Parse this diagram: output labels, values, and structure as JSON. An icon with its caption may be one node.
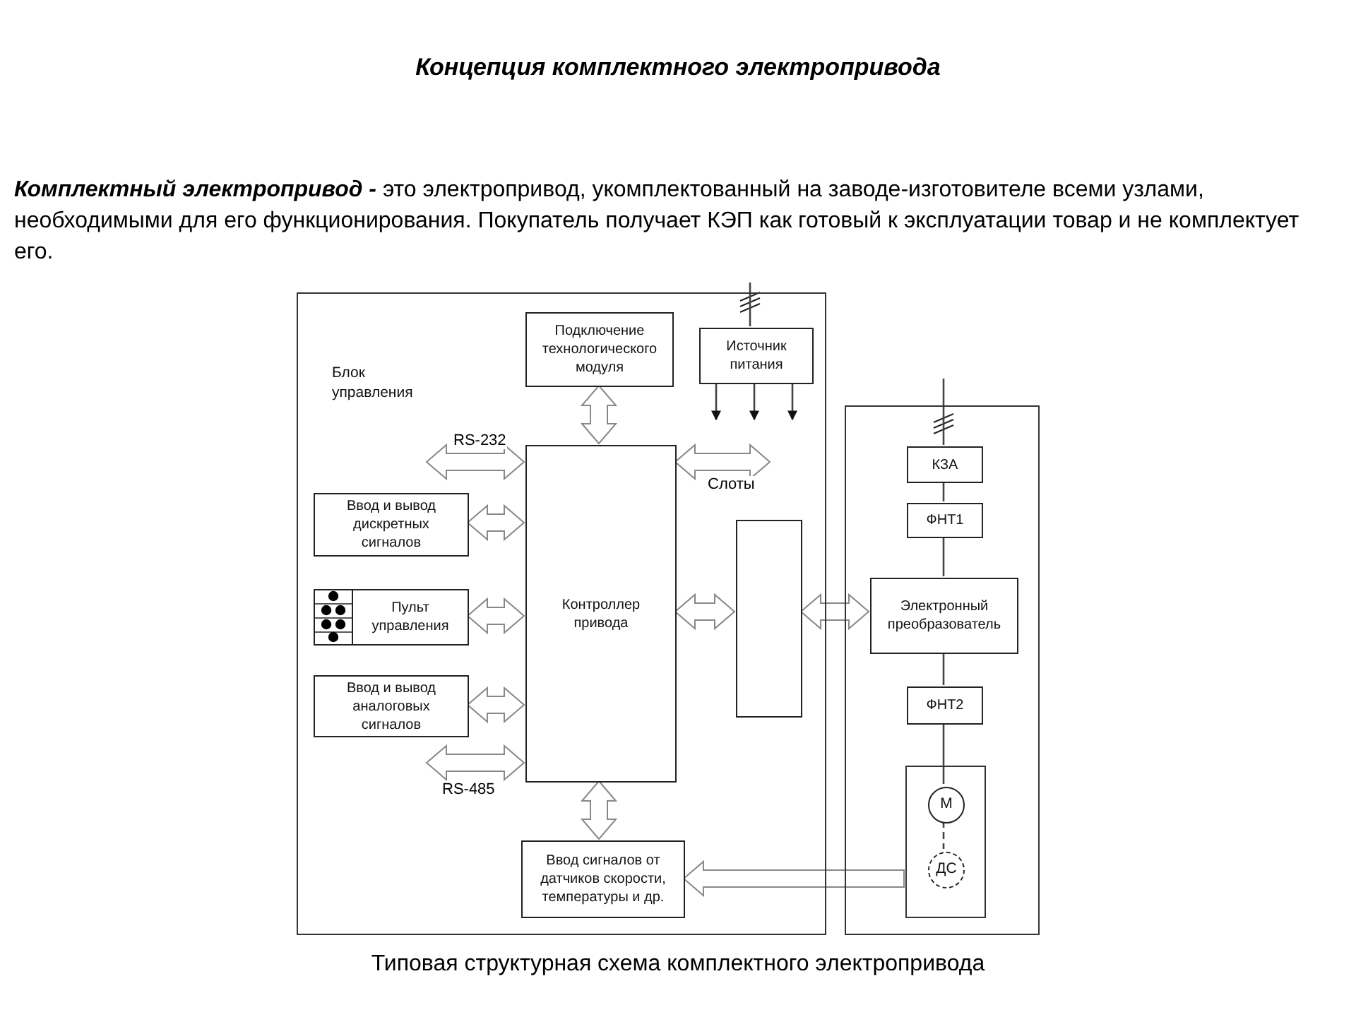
{
  "diagram": {
    "title": "Концепция комплектного электропривода",
    "caption": "Типовая структурная схема комплектного электропривода",
    "nodes": [
      {
        "text": [
          "Блок управления"
        ]
      },
      {
        "text": [
          "Подключение технологического модуля"
        ],
        "in": 0
      },
      {
        "text": [
          "Источник питания"
        ],
        "in": 0
      },
      {
        "text": [
          "Контроллер привода"
        ],
        "in": 0
      },
      {
        "text": [
          "Ввод и вывод дискретных сигналов"
        ],
        "in": 0
      },
      {
        "text": [
          "Пульт управления"
        ],
        "in": 0
      },
      {
        "text": [
          "Ввод и вывод аналоговых сигналов"
        ],
        "in": 0
      },
      {
        "text": [],
        "shape": "box",
        "in": 0
      },
      {
        "text": [
          "Ввод сигналов от датчиков скорости, температуры и др."
        ],
        "in": 0
      },
      {
        "text": [],
        "shape": "box"
      },
      {
        "text": [
          "КЗА"
        ],
        "in": 9
      },
      {
        "text": [
          "ФНТ1"
        ],
        "in": 9
      },
      {
        "text": [
          "Электронный преобразователь"
        ],
        "in": 9
      },
      {
        "text": [
          "ФНТ2"
        ],
        "in": 9
      },
      {
        "text": [],
        "shape": "box",
        "in": 9
      },
      {
        "text": [
          "М"
        ],
        "in": 14
      },
      {
        "text": [
          "ДС"
        ],
        "in": 14
      }
    ],
    "edges": [
      {
        "from": 3,
        "to": 1,
        "arrow": "both",
        "style": "thick"
      },
      {
        "from": null,
        "to": 3,
        "arrow": "both",
        "style": "thick",
        "label": "RS-232"
      },
      {
        "from": 3,
        "to": null,
        "arrow": "both",
        "style": "thick",
        "label": "Слоты"
      },
      {
        "from": 4,
        "to": 3,
        "arrow": "both",
        "style": "thick"
      },
      {
        "from": 5,
        "to": 3,
        "arrow": "both",
        "style": "thick"
      },
      {
        "from": 6,
        "to": 3,
        "arrow": "both",
        "style": "thick"
      },
      {
        "from": null,
        "to": 3,
        "arrow": "both",
        "style": "thick",
        "label": "RS-485"
      },
      {
        "from": 3,
        "to": 8,
        "arrow": "both",
        "style": "thick"
      },
      {
        "from": 3,
        "to": 7,
        "arrow": "both",
        "style": "thick"
      },
      {
        "from": 7,
        "to": 12,
        "arrow": "both",
        "style": "thick"
      },
      {
        "from": 14,
        "to": 8,
        "arrow": "to",
        "style": "thick"
      },
      {
        "from": null,
        "to": 2,
        "arrow": "none"
      },
      {
        "from": 2,
        "to": null,
        "arrow": "to"
      },
      {
        "from": 2,
        "to": null,
        "arrow": "to"
      },
      {
        "from": 2,
        "to": null,
        "arrow": "to"
      },
      {
        "from": null,
        "to": 10,
        "arrow": "none"
      },
      {
        "from": 10,
        "to": 11,
        "arrow": "none"
      },
      {
        "from": 11,
        "to": 12,
        "arrow": "none"
      },
      {
        "from": 12,
        "to": 13,
        "arrow": "none"
      },
      {
        "from": 13,
        "to": 15,
        "arrow": "none"
      },
      {
        "from": 15,
        "to": 16,
        "arrow": "none",
        "style": "dashed"
      }
    ],
    "labels": [
      "**Комплектный электропривод -** это электропривод, укомплектованный на заводе-изготовителе всеми узлами, необходимыми для его функционирования. Покупатель получает КЭП как готовый к эксплуатации товар и не комплектует его."
    ]
  }
}
